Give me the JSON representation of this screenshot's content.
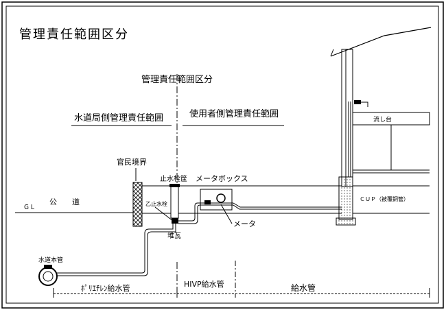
{
  "header": {
    "title": "管理責任範囲区分"
  },
  "diagram": {
    "center_title": "管理責任範囲区分",
    "left_region": "水道局側管理責任範囲",
    "right_region": "使用者側管理責任範囲",
    "boundary_label": "官民境界",
    "stop_valve_box": "止水栓筐",
    "meter_box": "メータボックス",
    "gl_label": "ＧＬ",
    "road_label": "公　　道",
    "stop_valve": "乙止水栓",
    "elbow": "堆瓦",
    "meter": "メータ",
    "main_pipe": "水道本管",
    "sink": "流し台",
    "cup": "ＣＵＰ（被覆銅管）",
    "seg_pe": "ﾎﾟﾘｴﾁﾚﾝ給水管",
    "seg_hivp": "HIVP給水管",
    "seg_supply": "給水管"
  }
}
